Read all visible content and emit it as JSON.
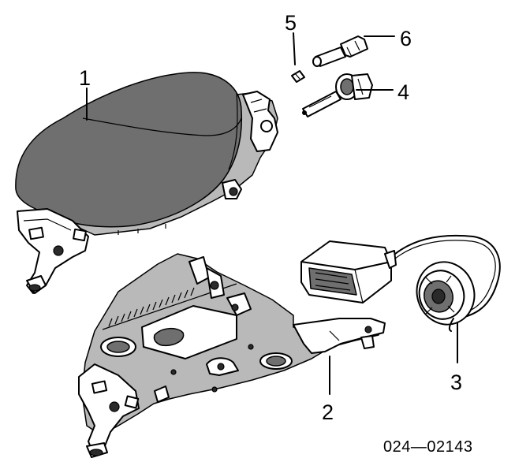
{
  "diagram": {
    "callouts": [
      {
        "id": "1",
        "label": "1"
      },
      {
        "id": "2",
        "label": "2"
      },
      {
        "id": "3",
        "label": "3"
      },
      {
        "id": "4",
        "label": "4"
      },
      {
        "id": "5",
        "label": "5"
      },
      {
        "id": "6",
        "label": "6"
      }
    ],
    "catalog_number": "024—02143"
  }
}
